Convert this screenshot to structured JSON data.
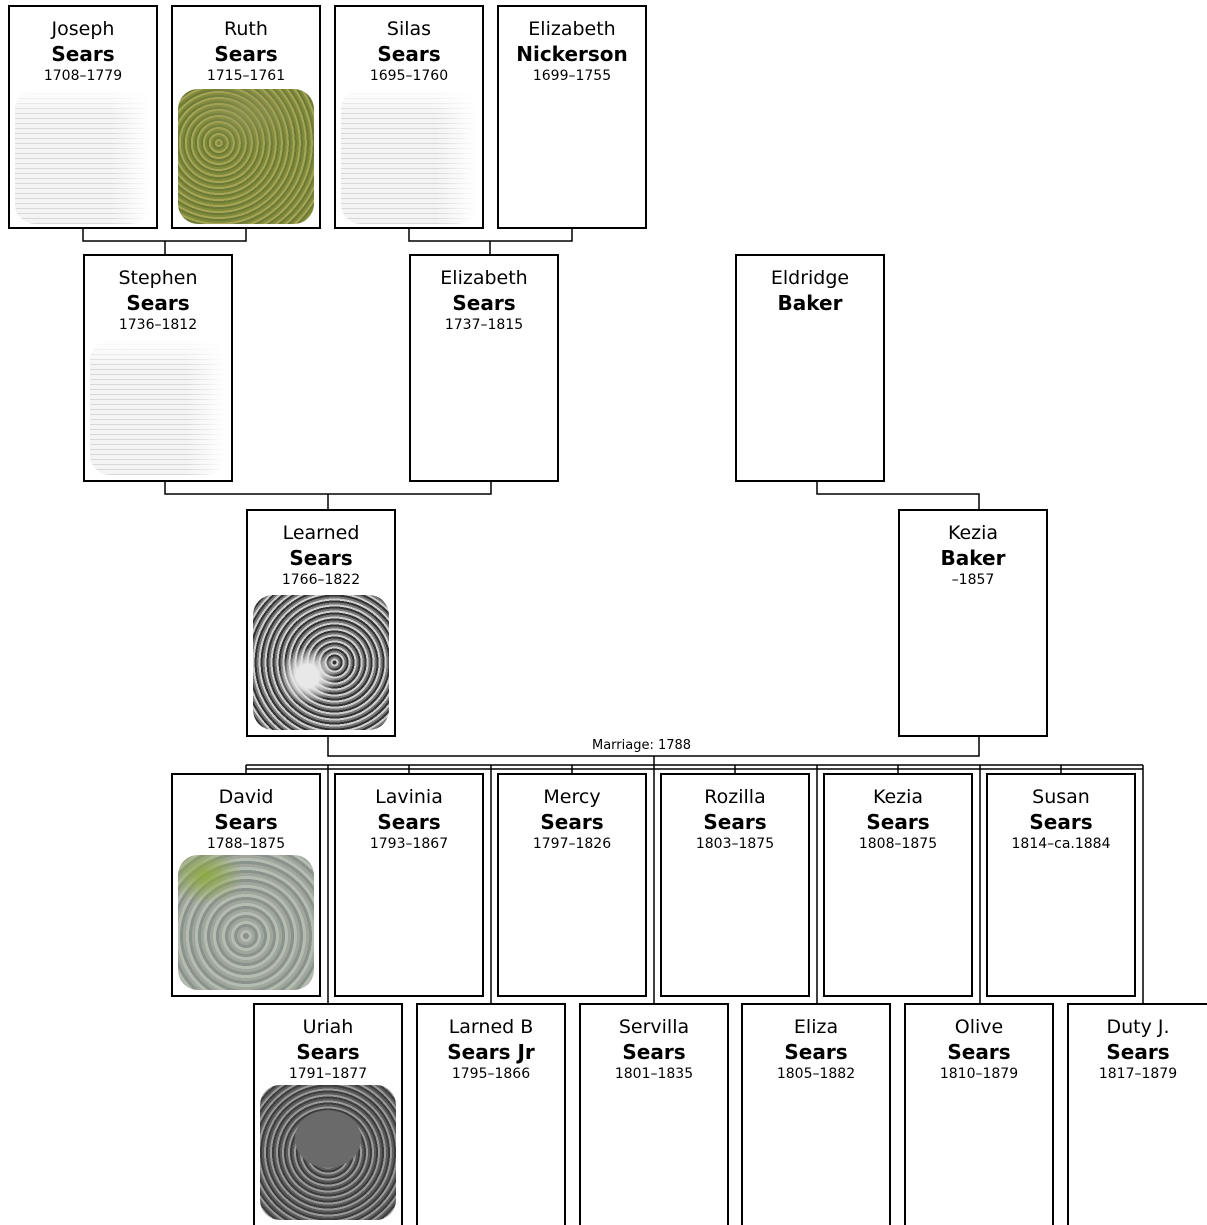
{
  "people": {
    "joseph": {
      "given": "Joseph",
      "surname": "Sears",
      "years": "1708–1779",
      "photo": "book-page-photo"
    },
    "ruth": {
      "given": "Ruth",
      "surname": "Sears",
      "years": "1715–1761",
      "photo": "gravestone-photo"
    },
    "silas": {
      "given": "Silas",
      "surname": "Sears",
      "years": "1695–1760",
      "photo": "book-page-photo"
    },
    "elizabeth_n": {
      "given": "Elizabeth",
      "surname": "Nickerson",
      "years": "1699–1755"
    },
    "stephen": {
      "given": "Stephen",
      "surname": "Sears",
      "years": "1736–1812",
      "photo": "book-page-photo"
    },
    "elizabeth_s": {
      "given": "Elizabeth",
      "surname": "Sears",
      "years": "1737–1815"
    },
    "eldridge": {
      "given": "Eldridge",
      "surname": "Baker",
      "years": ""
    },
    "learned": {
      "given": "Learned",
      "surname": "Sears",
      "years": "1766–1822",
      "photo": "gravestone-photo"
    },
    "kezia_b": {
      "given": "Kezia",
      "surname": "Baker",
      "years": "–1857"
    },
    "david": {
      "given": "David",
      "surname": "Sears",
      "years": "1788–1875",
      "photo": "gravestone-photo"
    },
    "lavinia": {
      "given": "Lavinia",
      "surname": "Sears",
      "years": "1793–1867"
    },
    "mercy": {
      "given": "Mercy",
      "surname": "Sears",
      "years": "1797–1826"
    },
    "rozilla": {
      "given": "Rozilla",
      "surname": "Sears",
      "years": "1803–1875"
    },
    "kezia_s": {
      "given": "Kezia",
      "surname": "Sears",
      "years": "1808–1875"
    },
    "susan": {
      "given": "Susan",
      "surname": "Sears",
      "years": "1814–ca.1884"
    },
    "uriah": {
      "given": "Uriah",
      "surname": "Sears",
      "years": "1791–1877",
      "photo": "gravestone-photo"
    },
    "larned": {
      "given": "Larned B",
      "surname": "Sears Jr",
      "years": "1795–1866"
    },
    "servilla": {
      "given": "Servilla",
      "surname": "Sears",
      "years": "1801–1835"
    },
    "eliza": {
      "given": "Eliza",
      "surname": "Sears",
      "years": "1805–1882"
    },
    "olive": {
      "given": "Olive",
      "surname": "Sears",
      "years": "1810–1879"
    },
    "duty": {
      "given": "Duty J.",
      "surname": "Sears",
      "years": "1817–1879"
    }
  },
  "marriage_label": "Marriage: 1788",
  "colors": {
    "border": "#000000",
    "background": "#ffffff",
    "text": "#000000"
  }
}
